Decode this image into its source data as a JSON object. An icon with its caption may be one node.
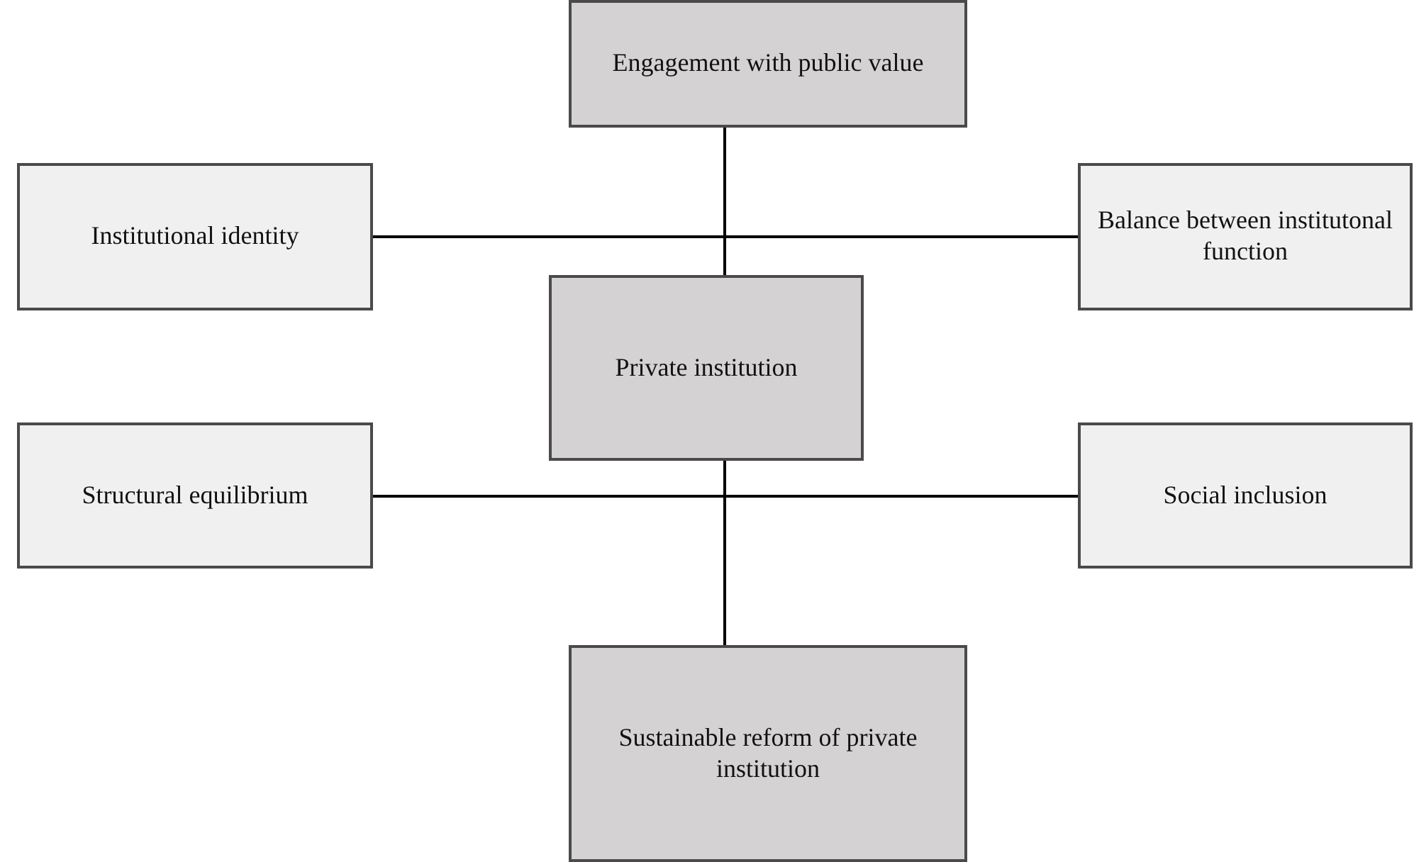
{
  "diagram": {
    "nodes": [
      {
        "text": [
          "Engagement with public value"
        ]
      },
      {
        "text": [
          "Institutional identity"
        ]
      },
      {
        "text": [
          "Balance between institutonal function"
        ]
      },
      {
        "text": [
          "Private institution"
        ]
      },
      {
        "text": [
          "Structural equilibrium"
        ]
      },
      {
        "text": [
          "Social inclusion"
        ]
      },
      {
        "text": [
          "Sustainable reform of private institution"
        ]
      }
    ],
    "edges": [
      {
        "from": 0,
        "to": 3,
        "arrow": "none"
      },
      {
        "from": 1,
        "to": 2,
        "arrow": "none"
      },
      {
        "from": 4,
        "to": 5,
        "arrow": "none"
      },
      {
        "from": 3,
        "to": 6,
        "arrow": "none"
      }
    ]
  }
}
